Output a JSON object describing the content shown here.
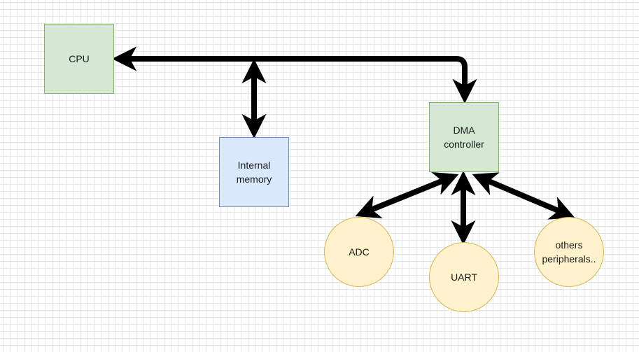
{
  "diagram": {
    "nodes": {
      "cpu": {
        "label": "CPU"
      },
      "internal_memory": {
        "label": "Internal\nmemory"
      },
      "dma_controller": {
        "label": "DMA\ncontroller"
      },
      "adc": {
        "label": "ADC"
      },
      "uart": {
        "label": "UART"
      },
      "others": {
        "label": "others\nperipherals.."
      }
    },
    "connections": [
      {
        "from": "cpu",
        "to": "dma_controller",
        "style": "bidirectional-bus"
      },
      {
        "from": "cpu-dma-bus",
        "to": "internal_memory",
        "style": "bidirectional"
      },
      {
        "from": "dma_controller",
        "to": "adc",
        "style": "bidirectional"
      },
      {
        "from": "dma_controller",
        "to": "uart",
        "style": "bidirectional"
      },
      {
        "from": "dma_controller",
        "to": "others",
        "style": "bidirectional"
      }
    ],
    "colors": {
      "processor_fill": "#d5e8d4",
      "processor_stroke": "#82b366",
      "memory_fill": "#dae8fc",
      "memory_stroke": "#6c8ebf",
      "peripheral_fill": "#fff2cc",
      "peripheral_stroke": "#d6b656",
      "arrow": "#000000",
      "grid": "#e6e6e6"
    }
  }
}
